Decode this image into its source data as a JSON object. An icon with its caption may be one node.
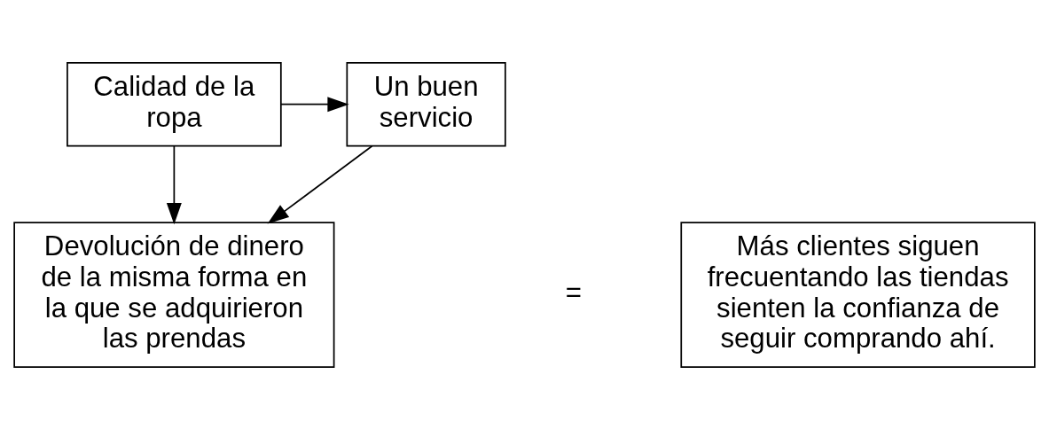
{
  "diagram": {
    "nodes": [
      {
        "text": [
          "Calidad de la ropa"
        ]
      },
      {
        "text": [
          "Un buen servicio"
        ]
      },
      {
        "text": [
          "Devolución de dinero de la misma forma en la que se adquirieron las prendas"
        ]
      },
      {
        "text": [
          "Más clientes siguen frecuentando las tiendas sienten la confianza de seguir comprando ahí."
        ]
      }
    ],
    "edges": [
      {
        "from": 0,
        "to": 1,
        "arrow": "to"
      },
      {
        "from": 0,
        "to": 2,
        "arrow": "to"
      },
      {
        "from": 1,
        "to": 2,
        "arrow": "to"
      }
    ],
    "labels": [
      "="
    ]
  }
}
